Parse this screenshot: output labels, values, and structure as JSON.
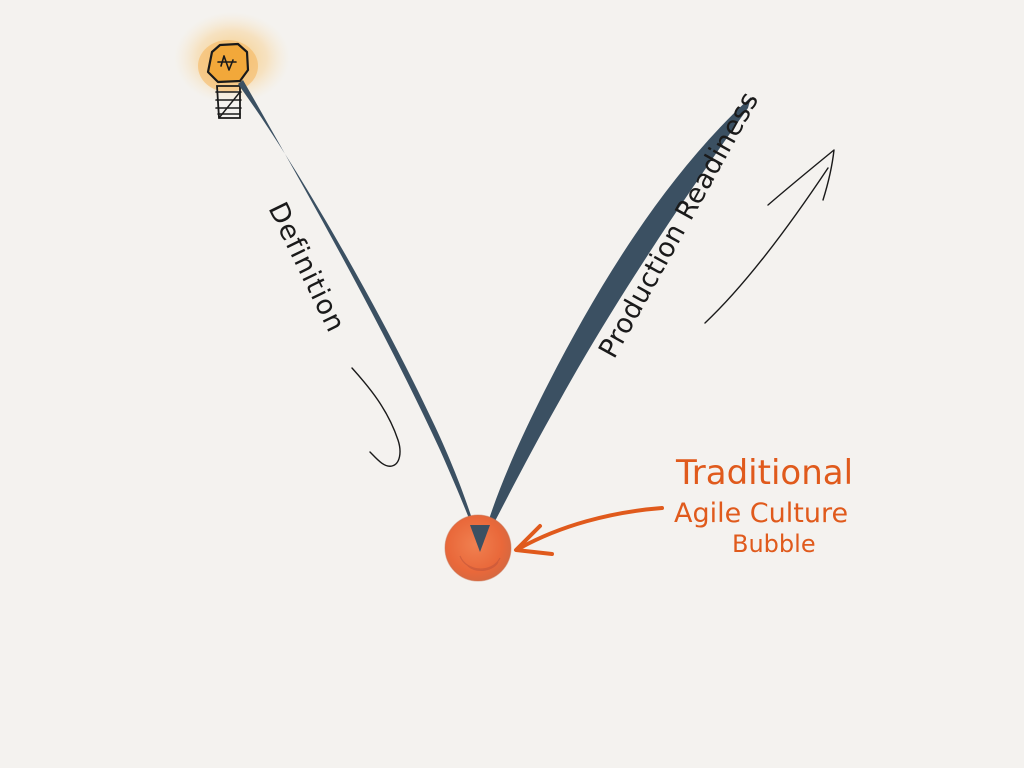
{
  "labels": {
    "left_arm": "Definition",
    "right_arm": "Production Readiness",
    "bubble_line1": "Traditional",
    "bubble_line2": "Agile Culture",
    "bubble_line3": "Bubble"
  },
  "colors": {
    "background": "#f4f2ef",
    "v_stroke": "#3b5062",
    "ink": "#1a1a1a",
    "accent_orange": "#e05a1c",
    "bubble_fill": "#ec6d3c",
    "bulb_glow": "#f5c97a",
    "bulb_fill": "#f2a83a"
  },
  "icons": {
    "idea": "lightbulb-icon",
    "bubble": "bubble-dot-icon"
  }
}
